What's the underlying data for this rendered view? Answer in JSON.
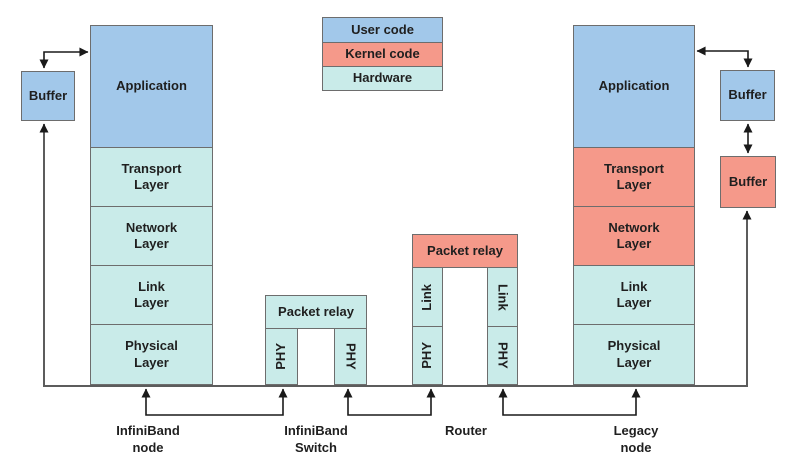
{
  "colors": {
    "user_code": "#a2c8ea",
    "kernel_code": "#f5998a",
    "hardware": "#c9ebe9"
  },
  "legend": {
    "items": [
      {
        "label": "User code"
      },
      {
        "label": "Kernel code"
      },
      {
        "label": "Hardware"
      }
    ]
  },
  "nodes": {
    "infiniband": {
      "caption": "InfiniBand\nnode",
      "buffer_label": "Buffer",
      "application": "Application",
      "transport": "Transport\nLayer",
      "network": "Network\nLayer",
      "link": "Link\nLayer",
      "physical": "Physical\nLayer"
    },
    "switch": {
      "caption": "InfiniBand\nSwitch",
      "packet_relay": "Packet relay",
      "phy_left": "PHY",
      "phy_right": "PHY"
    },
    "router": {
      "caption": "Router",
      "packet_relay": "Packet relay",
      "link_left": "Link",
      "link_right": "Link",
      "phy_left": "PHY",
      "phy_right": "PHY"
    },
    "legacy": {
      "caption": "Legacy\nnode",
      "buffer_user_label": "Buffer",
      "buffer_kernel_label": "Buffer",
      "application": "Application",
      "transport": "Transport\nLayer",
      "network": "Network\nLayer",
      "link": "Link\nLayer",
      "physical": "Physical\nLayer"
    }
  }
}
